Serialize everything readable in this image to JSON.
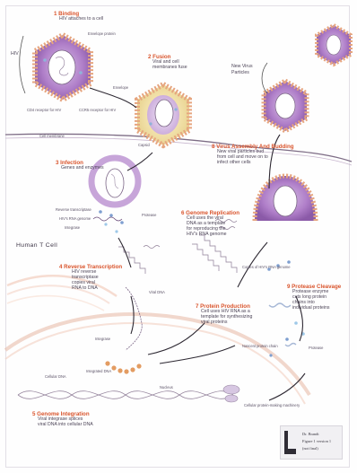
{
  "steps": [
    {
      "title": "1 Binding",
      "text": [
        "HIV attaches to a cell"
      ]
    },
    {
      "title": "2 Fusion",
      "text": [
        "Viral and cell",
        "membranes fuse"
      ]
    },
    {
      "title": "3 Infection",
      "text": [
        "Genes and enzymes"
      ]
    },
    {
      "title": "4 Reverse Transcription",
      "text": [
        "HIV reverse",
        "transcriptase",
        "copies viral",
        "RNA to DNA"
      ]
    },
    {
      "title": "5 Genome Integration",
      "text": [
        "Viral integrase splices",
        "viral DNA into cellular DNA"
      ]
    },
    {
      "title": "6 Genome Replication",
      "text": [
        "Cell uses the viral",
        "DNA as a template",
        "for reproducing the",
        "HIV's RNA genome"
      ]
    },
    {
      "title": "7 Protein Production",
      "text": [
        "Cell uses HIV RNA as a",
        "template for synthesizing",
        "viral proteins"
      ]
    },
    {
      "title": "8 Virus Assembly And Budding",
      "text": [
        "New viral particles bud",
        "from cell and move on to",
        "infect other cells"
      ]
    },
    {
      "title": "9 Protease Cleavage",
      "text": [
        "Protease enzyme",
        "cuts long protein",
        "chains into",
        "individual proteins"
      ]
    }
  ],
  "labels": {
    "hiv": "HIV",
    "envelope_protein": "Envelope protein",
    "envelope": "Envelope",
    "cd4_receptor": "CD4 receptor for HIV",
    "coreceptor": "CCR5 receptor for HIV",
    "cell_membrane": "Cell membrane",
    "capsid": "Capsid",
    "reverse_transcriptase": "Reverse transcriptase",
    "hiv_rna_genome": "HIV's RNA genome",
    "integrase": "Integrase",
    "protease": "Protease",
    "human_t_cell": "Human T Cell",
    "viral_dna": "Viral DNA",
    "integrase_2": "Integrase",
    "cellular_dna": "Cellular DNA",
    "integrated_dna": "Integrated DNA",
    "nucleus": "Nucleus",
    "copies_rna_genome": "Copies of HIV's RNA genome",
    "nascent_protein": "Nascent protein chain",
    "protease_2": "Protease",
    "cellular_machinery": "Cellular protein-making machinery",
    "new_virus": "New Virus",
    "new_virus_2": "Particles"
  },
  "badge": {
    "line1": "Dr. Brandt",
    "line2": "Figure 1 version 1",
    "line3": "(not final)"
  },
  "colors": {
    "title": "#d9542c",
    "envelope": "#e7a27c",
    "purple": "#9f6fbb",
    "yellow": "#e9d89a"
  }
}
